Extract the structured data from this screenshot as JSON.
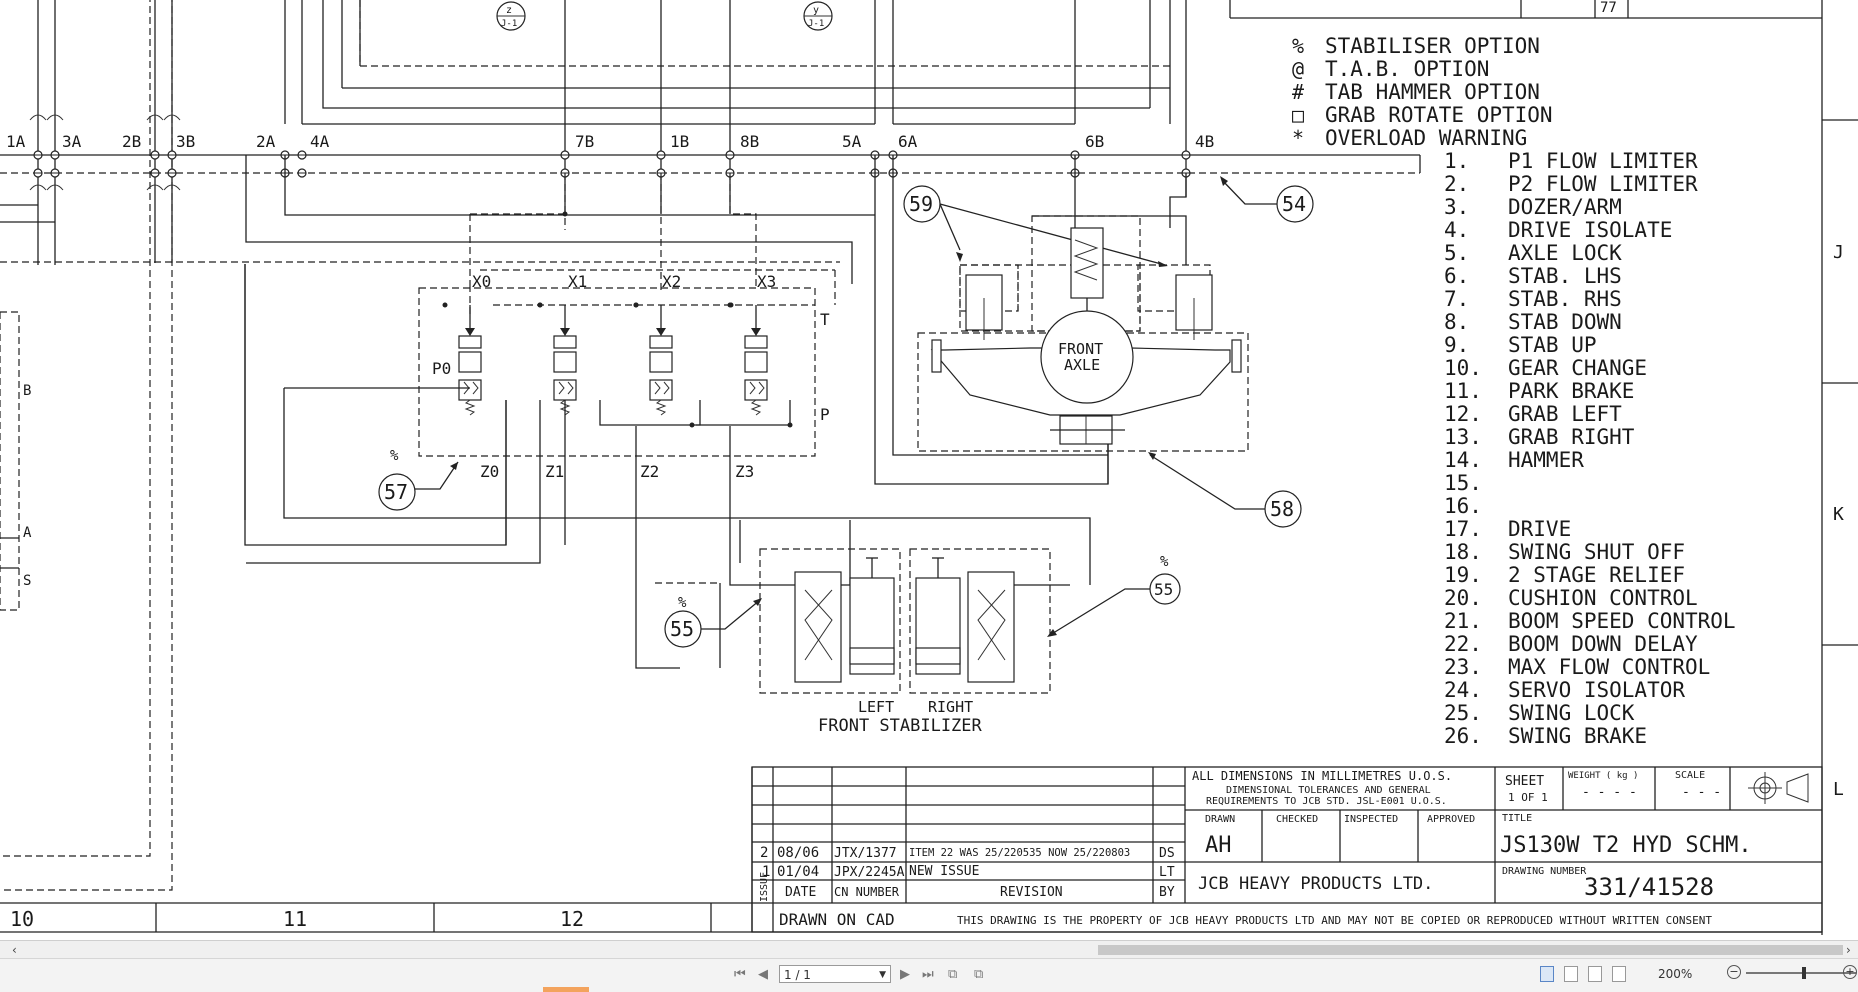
{
  "option_legend": [
    {
      "symbol": "%",
      "label": "STABILISER OPTION"
    },
    {
      "symbol": "@",
      "label": "T.A.B. OPTION"
    },
    {
      "symbol": "#",
      "label": "TAB HAMMER OPTION"
    },
    {
      "symbol": "□",
      "label": "GRAB ROTATE OPTION"
    },
    {
      "symbol": "*",
      "label": "OVERLOAD WARNING"
    }
  ],
  "function_list": [
    "1. P1 FLOW LIMITER",
    "2. P2 FLOW LIMITER",
    "3. DOZER/ARM",
    "4. DRIVE ISOLATE",
    "5. AXLE LOCK",
    "6. STAB. LHS",
    "7. STAB. RHS",
    "8. STAB DOWN",
    "9. STAB UP",
    "10. GEAR CHANGE",
    "11. PARK BRAKE",
    "12. GRAB LEFT",
    "13. GRAB RIGHT",
    "14. HAMMER",
    "15.",
    "16.",
    "17. DRIVE",
    "18. SWING SHUT OFF",
    "19. 2 STAGE RELIEF",
    "20. CUSHION CONTROL",
    "21. BOOM SPEED CONTROL",
    "22. BOOM DOWN DELAY",
    "23. MAX FLOW CONTROL",
    "24. SERVO ISOLATOR",
    "25. SWING LOCK",
    "26. SWING BRAKE"
  ],
  "port_labels": [
    "1A",
    "3A",
    "2B",
    "3B",
    "2A",
    "4A",
    "7B",
    "1B",
    "8B",
    "5A",
    "6A",
    "6B",
    "4B"
  ],
  "valve": {
    "pilot_labels": [
      "X0",
      "X1",
      "X2",
      "X3"
    ],
    "drain_labels": [
      "Z0",
      "Z1",
      "Z2",
      "Z3"
    ],
    "p0_label": "P0",
    "t_label": "T",
    "p_label": "P",
    "option_mark": "%"
  },
  "callouts": {
    "c57": "57",
    "c59": "59",
    "c54": "54",
    "c58": "58",
    "c55a": "55",
    "c55b": "55",
    "pct_a": "%",
    "pct_b": "%"
  },
  "axle_label": [
    "FRONT",
    "AXLE"
  ],
  "stabilizer": {
    "left": "LEFT",
    "right": "RIGHT",
    "title": "FRONT STABILIZER"
  },
  "connectors": [
    {
      "top": "z",
      "bottom": "J-1"
    },
    {
      "top": "y",
      "bottom": "J-1"
    }
  ],
  "side_letters": {
    "b": "B",
    "a": "A",
    "s": "S"
  },
  "grid_cols": [
    "10",
    "11",
    "12"
  ],
  "grid_rows": [
    "J",
    "K",
    "L"
  ],
  "top_table_value": "77",
  "title_block": {
    "dims_note": [
      "ALL DIMENSIONS IN MILLIMETRES U.O.S.",
      "DIMENSIONAL TOLERANCES AND GENERAL",
      "REQUIREMENTS TO JCB STD. JSL-E001 U.O.S."
    ],
    "sheet_label": "SHEET",
    "sheet_value": "1 OF 1",
    "weight_label": "WEIGHT ( kg )",
    "weight_value": "- - - -",
    "scale_label": "SCALE",
    "scale_value": "- - -",
    "drawn_label": "DRAWN",
    "checked_label": "CHECKED",
    "inspected_label": "INSPECTED",
    "approved_label": "APPROVED",
    "drawn_value": "AH",
    "company": "JCB HEAVY PRODUCTS LTD.",
    "title_label": "TITLE",
    "title_value": "JS130W T2 HYD SCHM.",
    "drawing_number_label": "DRAWING NUMBER",
    "drawing_number": "331/41528",
    "revisions": [
      {
        "issue": "2",
        "date": "08/06",
        "cn": "JTX/1377",
        "revision": "ITEM 22 WAS 25/220535 NOW 25/220803",
        "by": "DS"
      },
      {
        "issue": "1",
        "date": "01/04",
        "cn": "JPX/2245A",
        "revision": "NEW ISSUE",
        "by": "LT"
      }
    ],
    "header": {
      "issue": "ISSUE",
      "date": "DATE",
      "cn": "CN NUMBER",
      "revision": "REVISION",
      "by": "BY"
    },
    "drawn_on_cad": "DRAWN ON CAD",
    "property_note": "THIS DRAWING IS THE PROPERTY OF JCB HEAVY PRODUCTS LTD AND MAY NOT BE COPIED OR REPRODUCED WITHOUT WRITTEN CONSENT"
  },
  "viewer": {
    "page": "1 / 1",
    "zoom": "200%"
  }
}
